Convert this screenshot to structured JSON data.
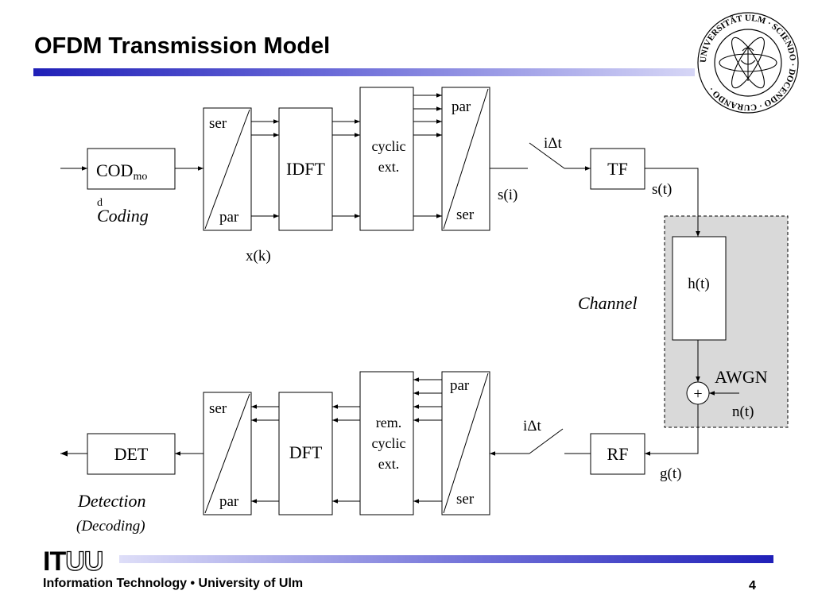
{
  "slide": {
    "title": "OFDM Transmission Model",
    "page_number": "4"
  },
  "footer": {
    "logo_it": "IT",
    "logo_uu": "UU",
    "org": "Information Technology • University of Ulm"
  },
  "seal": {
    "text": "UNIVERSITÄT ULM · SCIENDO · DOCENDO · CURANDO ·"
  },
  "transmitter": {
    "cod_main": "COD",
    "cod_sub": "mo",
    "cod_sub2": "d",
    "coding_label": "Coding",
    "sp_top": "ser",
    "sp_bottom": "par",
    "idft": "IDFT",
    "cyclic_line1": "cyclic",
    "cyclic_line2": "ext.",
    "ps_top": "par",
    "ps_bottom": "ser",
    "xk": "x(k)",
    "si": "s(i)",
    "switch": "iΔt",
    "tf": "TF",
    "st": "s(t)"
  },
  "channel": {
    "label": "Channel",
    "ht": "h(t)",
    "awgn": "AWGN",
    "nt": "n(t)",
    "adder": "+",
    "gt": "g(t)"
  },
  "receiver": {
    "rf": "RF",
    "switch": "iΔt",
    "ps_top": "par",
    "ps_bottom": "ser",
    "rem_line1": "rem.",
    "rem_line2": "cyclic",
    "rem_line3": "ext.",
    "dft": "DFT",
    "sp_top": "ser",
    "sp_bottom": "par",
    "det": "DET",
    "detection": "Detection",
    "decoding": "(Decoding)"
  }
}
